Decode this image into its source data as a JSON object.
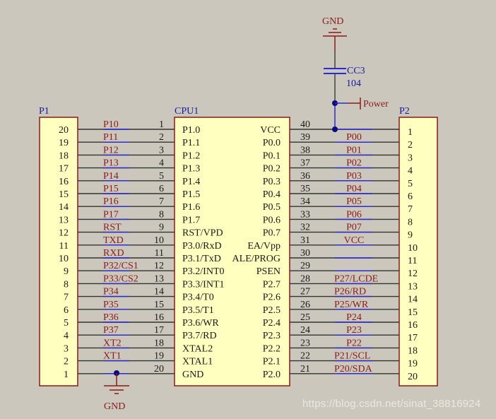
{
  "p1": {
    "designator": "P1",
    "pins": [
      "20",
      "19",
      "18",
      "17",
      "16",
      "15",
      "14",
      "13",
      "12",
      "11",
      "10",
      "9",
      "8",
      "7",
      "6",
      "5",
      "4",
      "3",
      "2",
      "1"
    ]
  },
  "cpu": {
    "designator": "CPU1",
    "left_pin_numbers": [
      "1",
      "2",
      "3",
      "4",
      "5",
      "6",
      "7",
      "8",
      "9",
      "10",
      "11",
      "12",
      "13",
      "14",
      "15",
      "16",
      "17",
      "18",
      "19",
      "20"
    ],
    "left_pin_names": [
      "P1.0",
      "P1.1",
      "P1.2",
      "P1.3",
      "P1.4",
      "P1.5",
      "P1.6",
      "P1.7",
      "RST/VPD",
      "P3.0/RxD",
      "P3.1/TxD",
      "P3.2/INT0",
      "P3.3/INT1",
      "P3.4/T0",
      "P3.5/T1",
      "P3.6/WR",
      "P3.7/RD",
      "XTAL2",
      "XTAL1",
      "GND"
    ],
    "right_pin_numbers": [
      "40",
      "39",
      "38",
      "37",
      "36",
      "35",
      "34",
      "33",
      "32",
      "31",
      "30",
      "29",
      "28",
      "27",
      "26",
      "25",
      "24",
      "23",
      "22",
      "21"
    ],
    "right_pin_names": [
      "VCC",
      "P0.0",
      "P0.1",
      "P0.2",
      "P0.3",
      "P0.4",
      "P0.5",
      "P0.6",
      "P0.7",
      "EA/Vpp",
      "ALE/PROG",
      "PSEN",
      "P2.7",
      "P2.6",
      "P2.5",
      "P2.4",
      "P2.3",
      "P2.2",
      "P2.1",
      "P2.0"
    ]
  },
  "left_nets": [
    "P10",
    "P11",
    "P12",
    "P13",
    "P14",
    "P15",
    "P16",
    "P17",
    "RST",
    "TXD",
    "RXD",
    "P32/CS1",
    "P33/CS2",
    "P34",
    "P35",
    "P36",
    "P37",
    "XT2",
    "XT1",
    ""
  ],
  "right_nets": [
    "",
    "P00",
    "P01",
    "P02",
    "P03",
    "P04",
    "P05",
    "P06",
    "P07",
    "VCC",
    "",
    "",
    "P27/LCDE",
    "P26/RD",
    "P25/WR",
    "P24",
    "P23",
    "P22",
    "P21/SCL",
    "P20/SDA"
  ],
  "p2": {
    "designator": "P2",
    "pins": [
      "1",
      "2",
      "3",
      "4",
      "5",
      "6",
      "7",
      "8",
      "9",
      "10",
      "11",
      "12",
      "13",
      "14",
      "15",
      "16",
      "17",
      "18",
      "19",
      "20"
    ]
  },
  "capacitor": {
    "designator": "CC3",
    "value": "104"
  },
  "power_port": {
    "label": "Power"
  },
  "gnd_top": {
    "label": "GND"
  },
  "gnd_bottom": {
    "label": "GND"
  },
  "watermark": "https://blog.csdn.net/sinat_38816924",
  "colors": {
    "background": "#cbc7bd",
    "component_fill": "#ffffc0",
    "component_border": "#8b1a1a",
    "wire": "#1a1a1a",
    "net_label": "#8b1a1a",
    "designator": "#1a1aa0",
    "junction": "#0a0a80"
  }
}
